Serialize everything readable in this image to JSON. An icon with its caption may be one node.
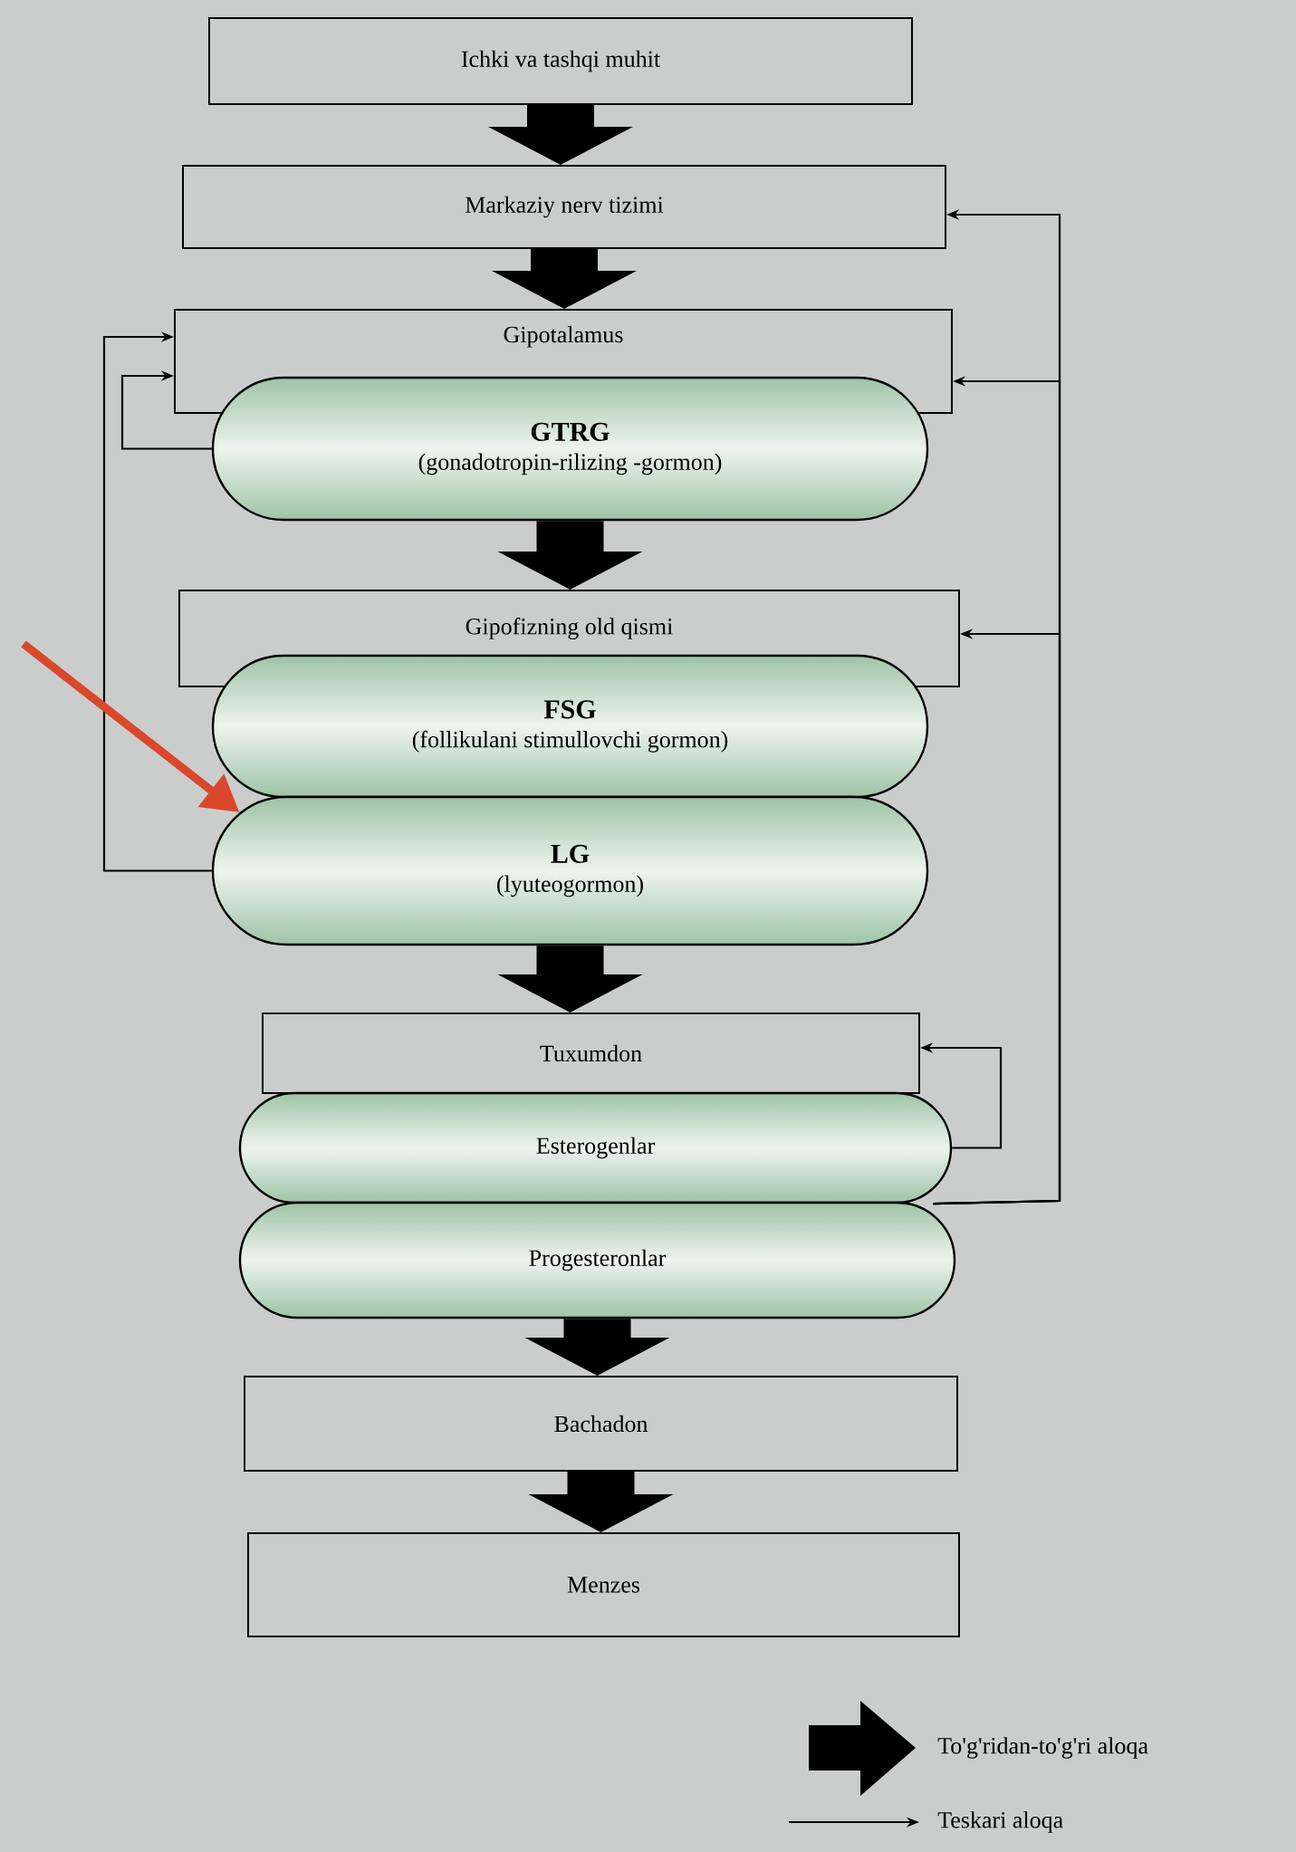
{
  "diagram": {
    "nodes": [
      {
        "text": [
          "Ichki va tashqi muhit"
        ]
      },
      {
        "text": [
          "Markaziy nerv tizimi"
        ]
      },
      {
        "text": [
          "Gipotalamus"
        ]
      },
      {
        "text": [
          "GTRG",
          "(gonadotropin-rilizing -gormon)"
        ]
      },
      {
        "text": [
          "Gipofizning old qismi"
        ]
      },
      {
        "text": [
          "FSG",
          "(follikulani stimullovchi gormon)"
        ]
      },
      {
        "text": [
          "LG",
          "(lyuteogormon)"
        ]
      },
      {
        "text": [
          "Tuxumdon"
        ]
      },
      {
        "text": [
          "Esterogenlar"
        ]
      },
      {
        "text": [
          "Progesteronlar"
        ]
      },
      {
        "text": [
          "Bachadon"
        ]
      },
      {
        "text": [
          "Menzes"
        ]
      }
    ],
    "edges": [
      {
        "from": 0,
        "to": 1,
        "arrow": "to",
        "style": "thick"
      },
      {
        "from": 1,
        "to": 2,
        "arrow": "to",
        "style": "thick"
      },
      {
        "from": 3,
        "to": 4,
        "arrow": "to",
        "style": "thick"
      },
      {
        "from": 6,
        "to": 7,
        "arrow": "to",
        "style": "thick"
      },
      {
        "from": 9,
        "to": 10,
        "arrow": "to",
        "style": "thick"
      },
      {
        "from": 10,
        "to": 11,
        "arrow": "to",
        "style": "thick"
      },
      {
        "from": 3,
        "to": 2,
        "arrow": "to"
      },
      {
        "from": 6,
        "to": 2,
        "arrow": "to"
      },
      {
        "from": 8,
        "to": 7,
        "arrow": "to"
      },
      {
        "from": 8,
        "to": 1,
        "arrow": "to"
      },
      {
        "from": 8,
        "to": 2,
        "arrow": "to"
      },
      {
        "from": 8,
        "to": 4,
        "arrow": "to"
      },
      {
        "from": null,
        "to": 6,
        "arrow": "to",
        "style": "thick",
        "color": "#d9482b"
      }
    ],
    "legend": [
      {
        "text": "To'g'ridan-to'g'ri aloqa"
      },
      {
        "text": "Teskari aloqa"
      }
    ]
  }
}
